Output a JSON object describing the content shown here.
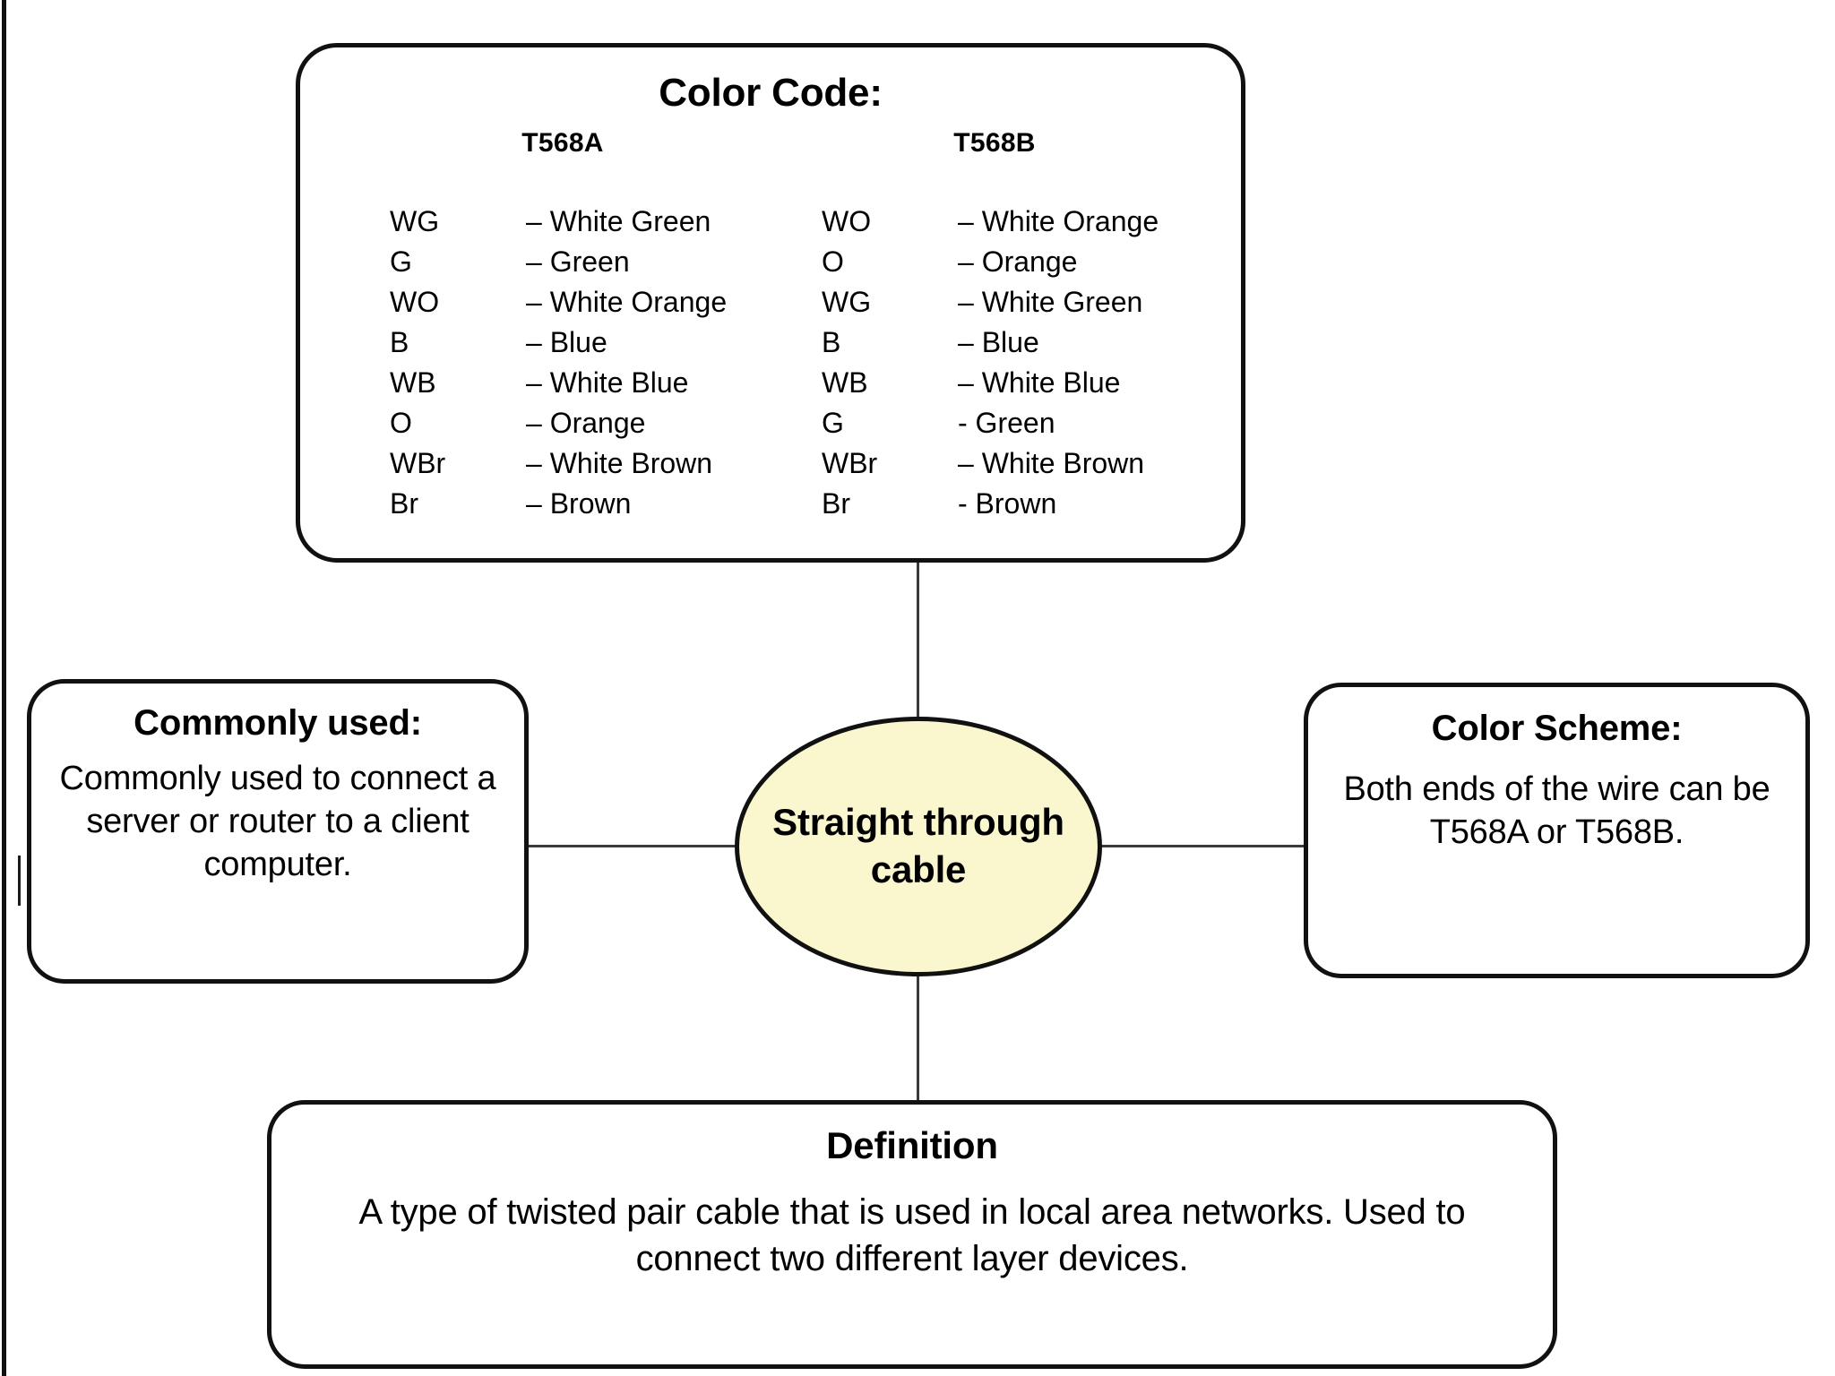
{
  "center": {
    "label": "Straight through cable",
    "fill_color": "#FAF7CE",
    "border_color": "#111111"
  },
  "color_code": {
    "title": "Color Code:",
    "columns": [
      {
        "header": "T568A",
        "rows": [
          {
            "abbr": "WG",
            "name": "– White Green"
          },
          {
            "abbr": "G",
            "name": "– Green"
          },
          {
            "abbr": "WO",
            "name": "– White Orange"
          },
          {
            "abbr": "B",
            "name": "– Blue"
          },
          {
            "abbr": "WB",
            "name": "– White Blue"
          },
          {
            "abbr": "O",
            "name": "– Orange"
          },
          {
            "abbr": "WBr",
            "name": "– White Brown"
          },
          {
            "abbr": "Br",
            "name": "– Brown"
          }
        ]
      },
      {
        "header": "T568B",
        "rows": [
          {
            "abbr": "WO",
            "name": "– White Orange"
          },
          {
            "abbr": "O",
            "name": "– Orange"
          },
          {
            "abbr": "WG",
            "name": "– White Green"
          },
          {
            "abbr": "B",
            "name": "– Blue"
          },
          {
            "abbr": "WB",
            "name": "– White Blue"
          },
          {
            "abbr": "G",
            "name": "- Green"
          },
          {
            "abbr": "WBr",
            "name": "– White Brown"
          },
          {
            "abbr": "Br",
            "name": "- Brown"
          }
        ]
      }
    ]
  },
  "commonly_used": {
    "title": "Commonly used:",
    "body": "Commonly used to connect a server or router to a client computer."
  },
  "color_scheme": {
    "title": "Color Scheme:",
    "body": "Both ends of the wire can be T568A or T568B."
  },
  "definition": {
    "title": "Definition",
    "body": "A type of twisted pair cable that is used in local area networks. Used to connect two different layer devices."
  }
}
